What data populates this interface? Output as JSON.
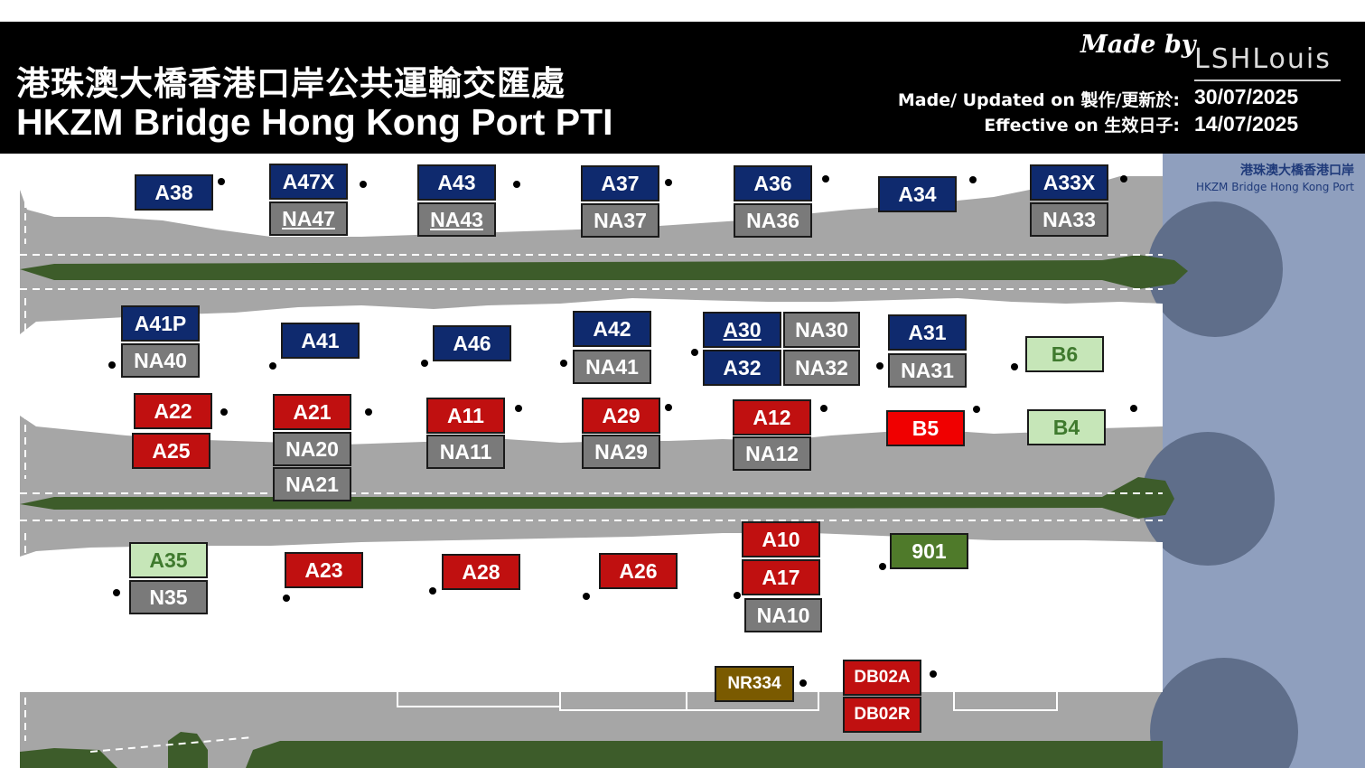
{
  "header": {
    "title_zh": "港珠澳大橋香港口岸公共運輸交匯處",
    "title_en": "HKZM Bridge Hong Kong Port PTI",
    "made_by": "Made by",
    "author": "LSHLouis",
    "updated_label": "Made/ Updated on 製作/更新於:",
    "updated_value": "30/07/2025",
    "effective_label": "Effective on 生效日子:",
    "effective_value": "14/07/2025"
  },
  "side_label": {
    "zh": "港珠澳大橋香港口岸",
    "en": "HKZM Bridge Hong Kong Port"
  },
  "colors": {
    "road": "#a6a6a6",
    "island": "#3d5c2a",
    "water": "#8f9fbe",
    "navy": "#0f2a6e",
    "gray": "#7a7a7a",
    "red": "#c01010",
    "bright_red": "#f00000",
    "light_green": "#c6e6b8",
    "dark_green": "#4f7a2a",
    "brown": "#7a5a00"
  },
  "stops": {
    "row1": [
      "A38",
      "A47X",
      "NA47",
      "A43",
      "NA43",
      "A37",
      "NA37",
      "A36",
      "NA36",
      "A34",
      "A33X",
      "NA33"
    ],
    "row2": [
      "A41P",
      "NA40",
      "A41",
      "A46",
      "A42",
      "NA41",
      "A30",
      "NA30",
      "A32",
      "NA32",
      "A31",
      "NA31",
      "B6"
    ],
    "row3": [
      "A22",
      "A25",
      "A21",
      "NA20",
      "NA21",
      "A11",
      "NA11",
      "A29",
      "NA29",
      "A12",
      "NA12",
      "B5",
      "B4"
    ],
    "row4": [
      "A35",
      "N35",
      "A23",
      "A28",
      "A26",
      "A10",
      "A17",
      "NA10",
      "901"
    ],
    "row5": [
      "NR334",
      "DB02A",
      "DB02R"
    ]
  }
}
